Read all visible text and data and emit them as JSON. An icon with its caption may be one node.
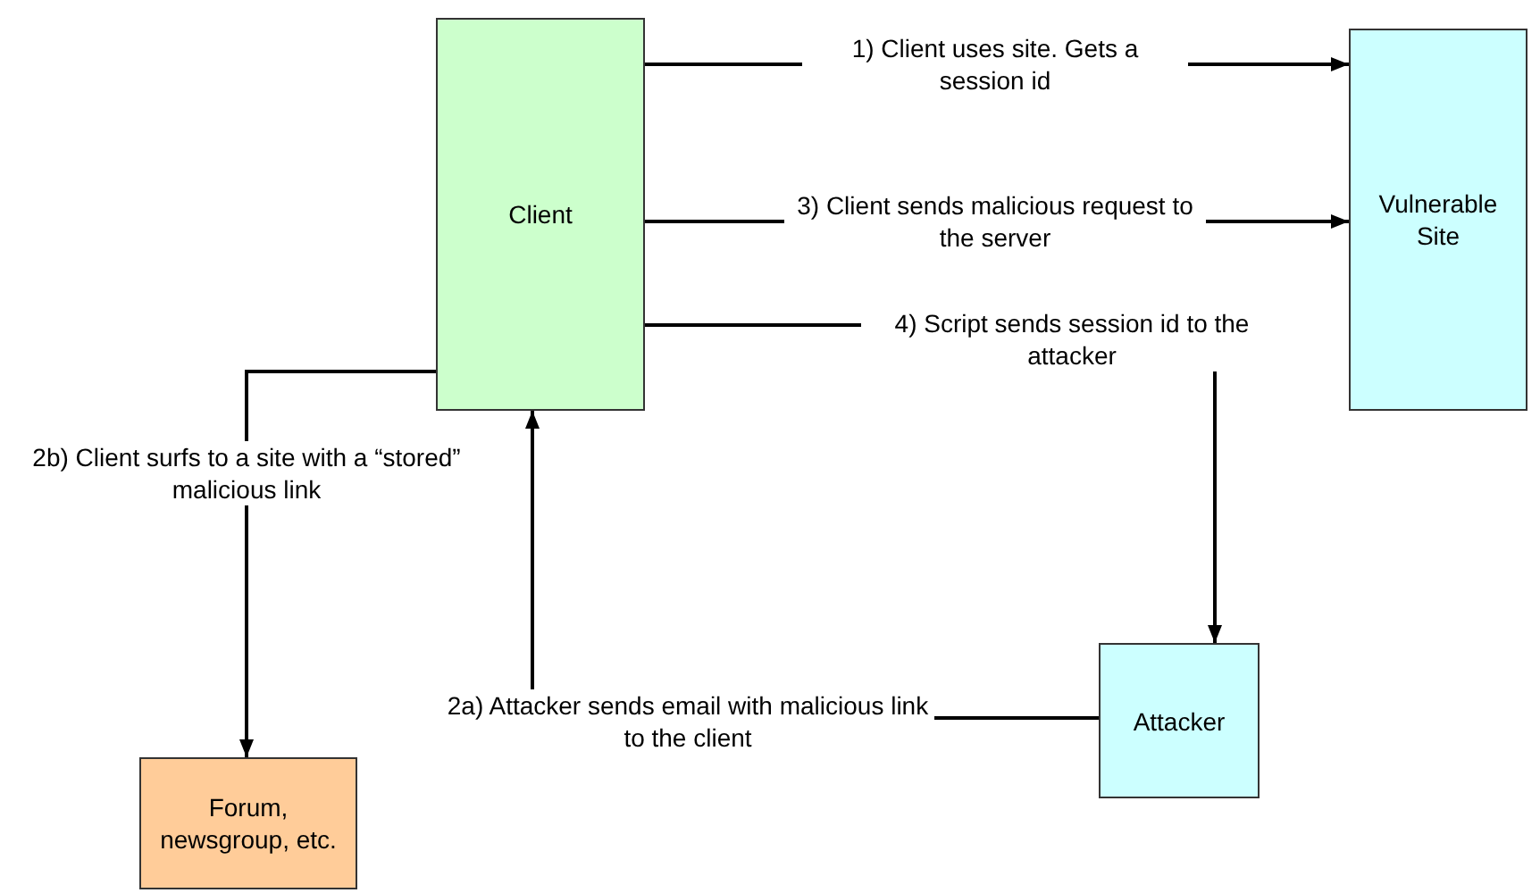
{
  "diagram": {
    "nodes": [
      {
        "text": [
          "Client"
        ]
      },
      {
        "text": [
          "Vulnerable Site"
        ]
      },
      {
        "text": [
          "Attacker"
        ]
      },
      {
        "text": [
          "Forum, newsgroup, etc."
        ]
      }
    ],
    "edges": [
      {
        "from": 0,
        "to": 1,
        "arrow": "to",
        "label": "1) Client uses site. Gets a session id"
      },
      {
        "from": 0,
        "to": 1,
        "arrow": "to",
        "label": "3) Client sends malicious request to the server"
      },
      {
        "from": 0,
        "to": 2,
        "arrow": "to",
        "label": "4) Script sends session id to the attacker"
      },
      {
        "from": 2,
        "to": 0,
        "arrow": "to",
        "label": "2a) Attacker sends email with malicious link to the client"
      },
      {
        "from": 0,
        "to": 3,
        "arrow": "to",
        "label": "2b) Client surfs to a site with a “stored” malicious link"
      }
    ]
  }
}
